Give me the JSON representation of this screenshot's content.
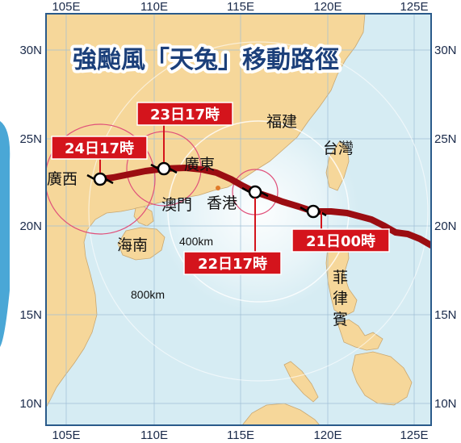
{
  "title": "強颱風「天兔」移動路徑",
  "axes": {
    "lon_ticks": [
      "105E",
      "110E",
      "115E",
      "120E",
      "125E"
    ],
    "lat_ticks": [
      "30N",
      "25N",
      "20N",
      "15N",
      "10N"
    ]
  },
  "places": {
    "fujian": "福建",
    "taiwan": "台灣",
    "guangdong": "廣東",
    "guangxi": "廣西",
    "macau": "澳門",
    "hongkong": "香港",
    "hainan": "海南",
    "philippines": [
      "菲",
      "律",
      "賓"
    ]
  },
  "rings": {
    "r400": "400km",
    "r800": "800km"
  },
  "track_points": [
    {
      "label": "21日00時",
      "lon": 119.6,
      "lat": 21.0
    },
    {
      "label": "22日17時",
      "lon": 116.1,
      "lat": 22.0
    },
    {
      "label": "23日17時",
      "lon": 111.2,
      "lat": 23.4
    },
    {
      "label": "24日17時",
      "lon": 107.3,
      "lat": 22.8
    }
  ],
  "colors": {
    "sea": "#d6ecf3",
    "land": "#f6d79a",
    "border": "#2a5a8a",
    "track": "#9b0d12",
    "callout": "#d4141c",
    "title": "#1b3f7a",
    "ring": "#e0507a"
  }
}
